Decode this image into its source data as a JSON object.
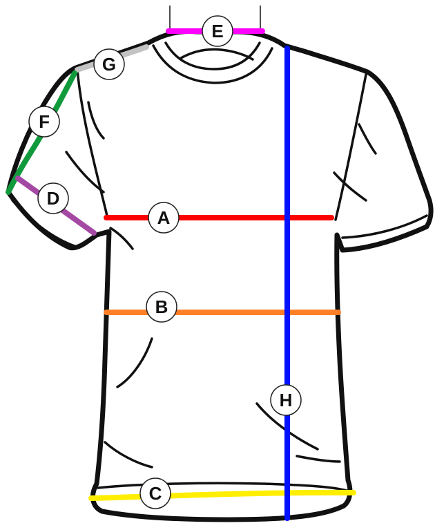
{
  "measurements": [
    {
      "label": "A",
      "color": "#ff0000"
    },
    {
      "label": "B",
      "color": "#ff7f27"
    },
    {
      "label": "C",
      "color": "#ffee00"
    },
    {
      "label": "D",
      "color": "#a349a4"
    },
    {
      "label": "E",
      "color": "#ff00ff"
    },
    {
      "label": "F",
      "color": "#119a3c"
    },
    {
      "label": "G",
      "color": "#c3c3c3"
    },
    {
      "label": "H",
      "color": "#0011ff"
    }
  ],
  "garment": {
    "type": "t-shirt",
    "outline_color": "#111111",
    "fill_color": "#ffffff"
  }
}
